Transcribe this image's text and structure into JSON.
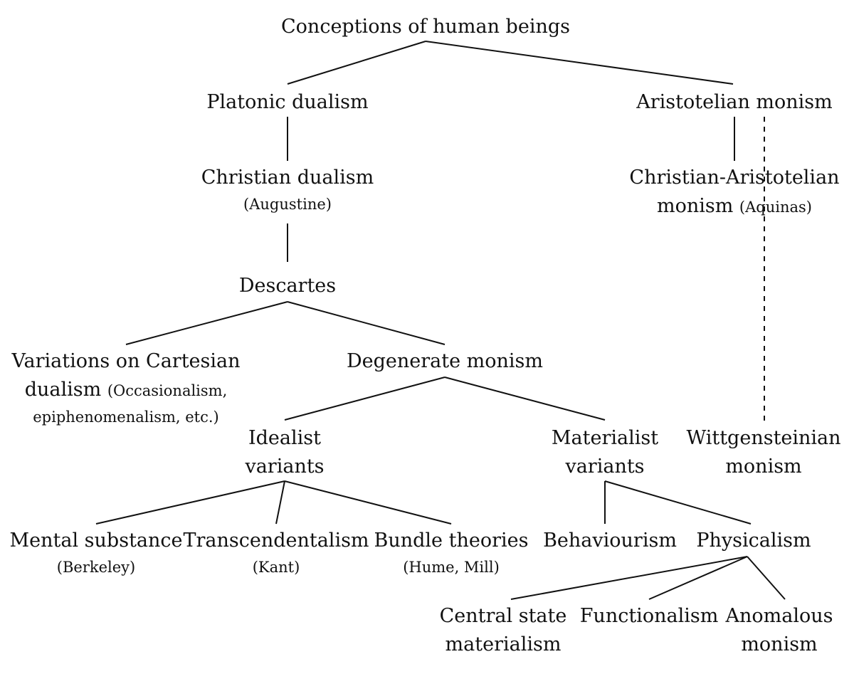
{
  "diagram": {
    "line_color": "#111111",
    "nodes": {
      "root": {
        "line1": "Conceptions of human beings"
      },
      "platonic": {
        "line1": "Platonic dualism"
      },
      "aristotelian": {
        "line1": "Aristotelian monism"
      },
      "christian_dualism": {
        "line1": "Christian dualism",
        "note": "(Augustine)"
      },
      "christian_aristotelian": {
        "line1": "Christian-Aristotelian",
        "line2": "monism",
        "note": "(Aquinas)"
      },
      "descartes": {
        "line1": "Descartes"
      },
      "variations": {
        "line1": "Variations on Cartesian",
        "line2": "dualism",
        "note": "(Occasionalism,",
        "line3": "epiphenomenalism, etc.)"
      },
      "degenerate": {
        "line1": "Degenerate monism"
      },
      "idealist": {
        "line1": "Idealist",
        "line2": "variants"
      },
      "materialist": {
        "line1": "Materialist",
        "line2": "variants"
      },
      "wittgensteinian": {
        "line1": "Wittgensteinian",
        "line2": "monism"
      },
      "mental_substance": {
        "line1": "Mental substance",
        "note": "(Berkeley)"
      },
      "transcendentalism": {
        "line1": "Transcendentalism",
        "note": "(Kant)"
      },
      "bundle": {
        "line1": "Bundle theories",
        "note": "(Hume, Mill)"
      },
      "behaviourism": {
        "line1": "Behaviourism"
      },
      "physicalism": {
        "line1": "Physicalism"
      },
      "central_state": {
        "line1": "Central state",
        "line2": "materialism"
      },
      "functionalism": {
        "line1": "Functionalism"
      },
      "anomalous": {
        "line1": "Anomalous",
        "line2": "monism"
      }
    },
    "edges": [
      {
        "from": "root",
        "to": "platonic",
        "style": "solid"
      },
      {
        "from": "root",
        "to": "aristotelian",
        "style": "solid"
      },
      {
        "from": "platonic",
        "to": "christian_dualism",
        "style": "solid"
      },
      {
        "from": "aristotelian",
        "to": "christian_aristotelian",
        "style": "solid"
      },
      {
        "from": "aristotelian",
        "to": "wittgensteinian",
        "style": "dashed"
      },
      {
        "from": "christian_dualism",
        "to": "descartes",
        "style": "solid"
      },
      {
        "from": "descartes",
        "to": "variations",
        "style": "solid"
      },
      {
        "from": "descartes",
        "to": "degenerate",
        "style": "solid"
      },
      {
        "from": "degenerate",
        "to": "idealist",
        "style": "solid"
      },
      {
        "from": "degenerate",
        "to": "materialist",
        "style": "solid"
      },
      {
        "from": "idealist",
        "to": "mental_substance",
        "style": "solid"
      },
      {
        "from": "idealist",
        "to": "transcendentalism",
        "style": "solid"
      },
      {
        "from": "idealist",
        "to": "bundle",
        "style": "solid"
      },
      {
        "from": "materialist",
        "to": "behaviourism",
        "style": "solid"
      },
      {
        "from": "materialist",
        "to": "physicalism",
        "style": "solid"
      },
      {
        "from": "physicalism",
        "to": "central_state",
        "style": "solid"
      },
      {
        "from": "physicalism",
        "to": "functionalism",
        "style": "solid"
      },
      {
        "from": "physicalism",
        "to": "anomalous",
        "style": "solid"
      }
    ]
  }
}
